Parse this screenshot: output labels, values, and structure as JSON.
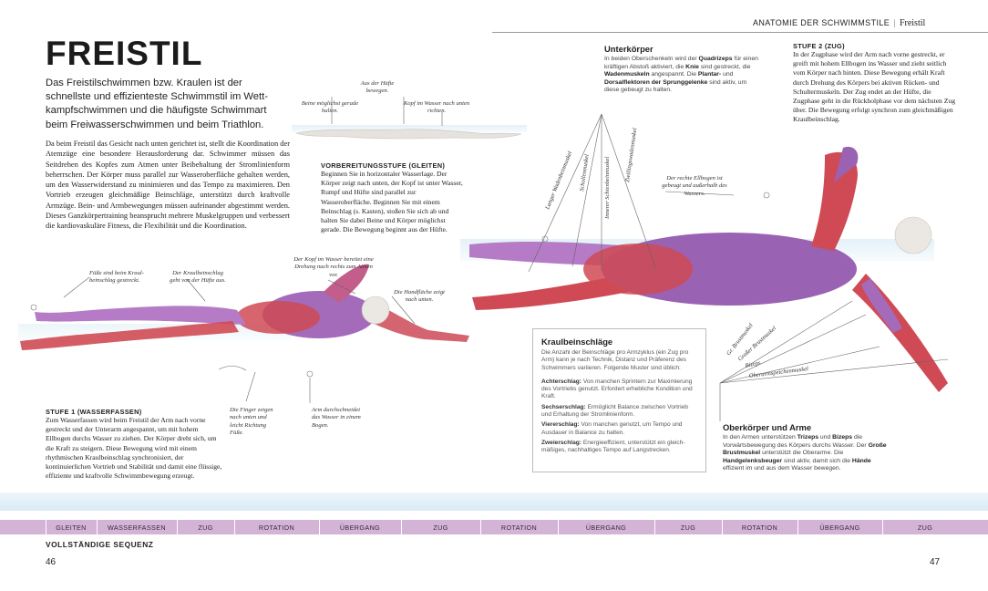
{
  "header": {
    "section": "ANATOMIE DER SCHWIMMSTILE",
    "chapter": "Freistil"
  },
  "title": "FREISTIL",
  "intro": "Das Freistilschwimmen bzw. Kraulen ist der schnellste und effizienteste Schwimmstil im Wett­kampfschwimmen und die häufigste Schwimmart beim Freiwasserschwimmen und beim Triathlon.",
  "body": "Da beim Freistil das Gesicht nach unten gerichtet ist, stellt die Koordination der Atemzüge eine besondere Herausforderung dar. Schwimmer müssen das Seitdrehen des Kopfes zum Atmen unter Beibehaltung der Stromlinienform beherrschen. Der Kör­per muss parallel zur Wasseroberfläche gehalten werden, um den Wasserwiderstand zu minimieren und das Tempo zu maximieren. Den Vortrieb erzeugen gleichmäßige Beinschläge, unterstützt durch kraftvolle Armzüge. Bein- und Armbewegungen müssen aufeinander abgestimmt werden. Dieses Ganzkörpertraining beansprucht mehrere Muskelgruppen und verbessert die kardio­vaskuläre Fitness, die Flexibilität und die Koordination.",
  "vorbereitung": {
    "title": "VORBEREITUNGSSTUFE (GLEITEN)",
    "text": "Beginnen Sie in horizontaler Wasserlage. Der Körper zeigt nach unten, der Kopf ist unter Wasser, Rumpf und Hüfte sind parallel zur Wasseroberfläche. Beginnen Sie mit einem Beinschlag (s. Kasten), stoßen Sie sich ab und halten Sie dabei Beine und Körper möglichst gerade. Die Bewegung beginnt aus der Hüfte."
  },
  "stufe1": {
    "title": "STUFE 1 (WASSERFASSEN)",
    "text": "Zum Wasserfassen wird beim Freistil der Arm nach vorne gestreckt und der Unterarm angespannt, um mit hohem Ellbogen durchs Wasser zu ziehen. Der Körper dreht sich, um die Kraft zu steigern. Diese Bewegung wird mit einem rhythmischen Kraulbeinschlag synchro­nisiert, der kontinuierlichen Vortrieb und Stabilität und damit eine flüssige, effiziente und kraftvolle Schwimmbewegung erzeugt."
  },
  "stufe2": {
    "title": "STUFE 2 (ZUG)",
    "text": "In der Zugphase wird der Arm nach vorne gestreckt, er greift mit hohem Ellbogen ins Wasser und zieht seitlich vom Körper nach hinten. Diese Bewegung erhält Kraft durch Drehung des Körpers bei aktiven Rücken- und Schultermuskeln. Der Zug endet an der Hüfte, die Zugphase geht in die Rückholphase vor dem nächsten Zug über. Die Bewegung erfolgt synchron zum gleichmäßigen Kraulbeinschlag."
  },
  "unterkoerper": {
    "title": "Unterkörper",
    "t1": "In beiden Oberschenkeln wird der ",
    "b1": "Quadrizeps",
    "t2": " für einen kräftigen Abstoß aktiviert, die ",
    "b2": "Knie",
    "t3": " sind gestreckt, die ",
    "b3": "Wadenmuskeln",
    "t4": " angespannt. Die ",
    "b4": "Plantar-",
    "t5": " und ",
    "b5": "Dorsalflektoren der Sprunggelenke",
    "t6": " sind aktiv, um diese gebeugt zu halten."
  },
  "oberkoerper": {
    "title": "Oberkörper und Arme",
    "t1": "In den Armen unterstützen ",
    "b1": "Trizeps",
    "t2": " und ",
    "b2": "Bizeps",
    "t3": " die Vorwärtsbewegung des Körpers durchs Wasser. Der ",
    "b3": "Große Brustmuskel",
    "t4": " unterstützt die Oberarme. Die ",
    "b4": "Handgelenksbeuger",
    "t5": " sind aktiv, damit sich die ",
    "b5": "Hände",
    "t6": " effizient im und aus dem Wasser bewegen."
  },
  "kraulbox": {
    "title": "Kraulbeinschläge",
    "intro": "Die Anzahl der Beinschläge pro Armzyklus (ein Zug pro Arm) kann je nach Technik, Distanz und Präferenz des Schwimmers variieren. Folgende Muster sind üblich:",
    "items": [
      {
        "term": "Achterschlag:",
        "text": " Von manchen Sprintern zur Maxi­mierung des Vortriebs genutzt. Erfordert erhebliche Kondition und Kraft."
      },
      {
        "term": "Sechserschlag:",
        "text": " Ermöglicht Balance zwischen Vortrieb und Erhaltung der Stromlinienform."
      },
      {
        "term": "Viererschlag:",
        "text": " Von manchen genutzt, um Tempo und Ausdauer in Balance zu halten."
      },
      {
        "term": "Zweierschlag:",
        "text": " Energieeffizient, unterstützt ein gleich­mäßiges, nachhaltiges Tempo auf Langstrecken."
      }
    ]
  },
  "notes": {
    "huefte": "Aus der Hüfte bewegen.",
    "beine_gerade": "Beine möglichst gerade halten.",
    "kopf_unten": "Kopf im Wasser nach unten richten.",
    "fuesse": "Füße sind beim Kraul­beinschlag gestreckt.",
    "kraulbeinschlag": "Der Kraul­beinschlag geht von der Hüfte aus.",
    "kopf_drehung": "Der Kopf im Wasser bereitet eine Drehung nach rechts zum Atmen vor.",
    "handflaeche": "Die Handfläche zeigt nach unten.",
    "finger": "Die Finger zeigen nach unten und leicht Richtung Füße.",
    "arm_bogen": "Arm durchschneidet das Wasser in einem Bogen.",
    "ellbogen": "Der rechte Ellbogen ist gebeugt und außerhalb des Wassers."
  },
  "muscles": {
    "wade": "Langer Wadenbeinmuskel",
    "schollen": "Schollenmuskel",
    "schienbein": "Innerer Schienbeinmuskel",
    "zwilling": "Zwillingswadenmuskel",
    "kleiner_brust": "Gr. Brustmuskel",
    "grosser_brust": "Großer Brustmuskel",
    "bizeps": "Bizeps",
    "oberarm": "Oberarmspeichenmuskel"
  },
  "sequence": {
    "label": "VOLLSTÄNDIGE SEQUENZ",
    "phases": [
      "GLEITEN",
      "WASSERFASSEN",
      "ZUG",
      "ROTATION",
      "ÜBERGANG",
      "ZUG",
      "ROTATION",
      "ÜBERGANG",
      "ZUG",
      "ROTATION",
      "ÜBERGANG",
      "ZUG"
    ]
  },
  "pages": {
    "left": "46",
    "right": "47"
  },
  "colors": {
    "muscle_purple": "#9a62b2",
    "muscle_red": "#cf4a54",
    "skin": "#e9e4df",
    "water": "#d8ebf5",
    "phase_bar": "#d3b4d6"
  }
}
